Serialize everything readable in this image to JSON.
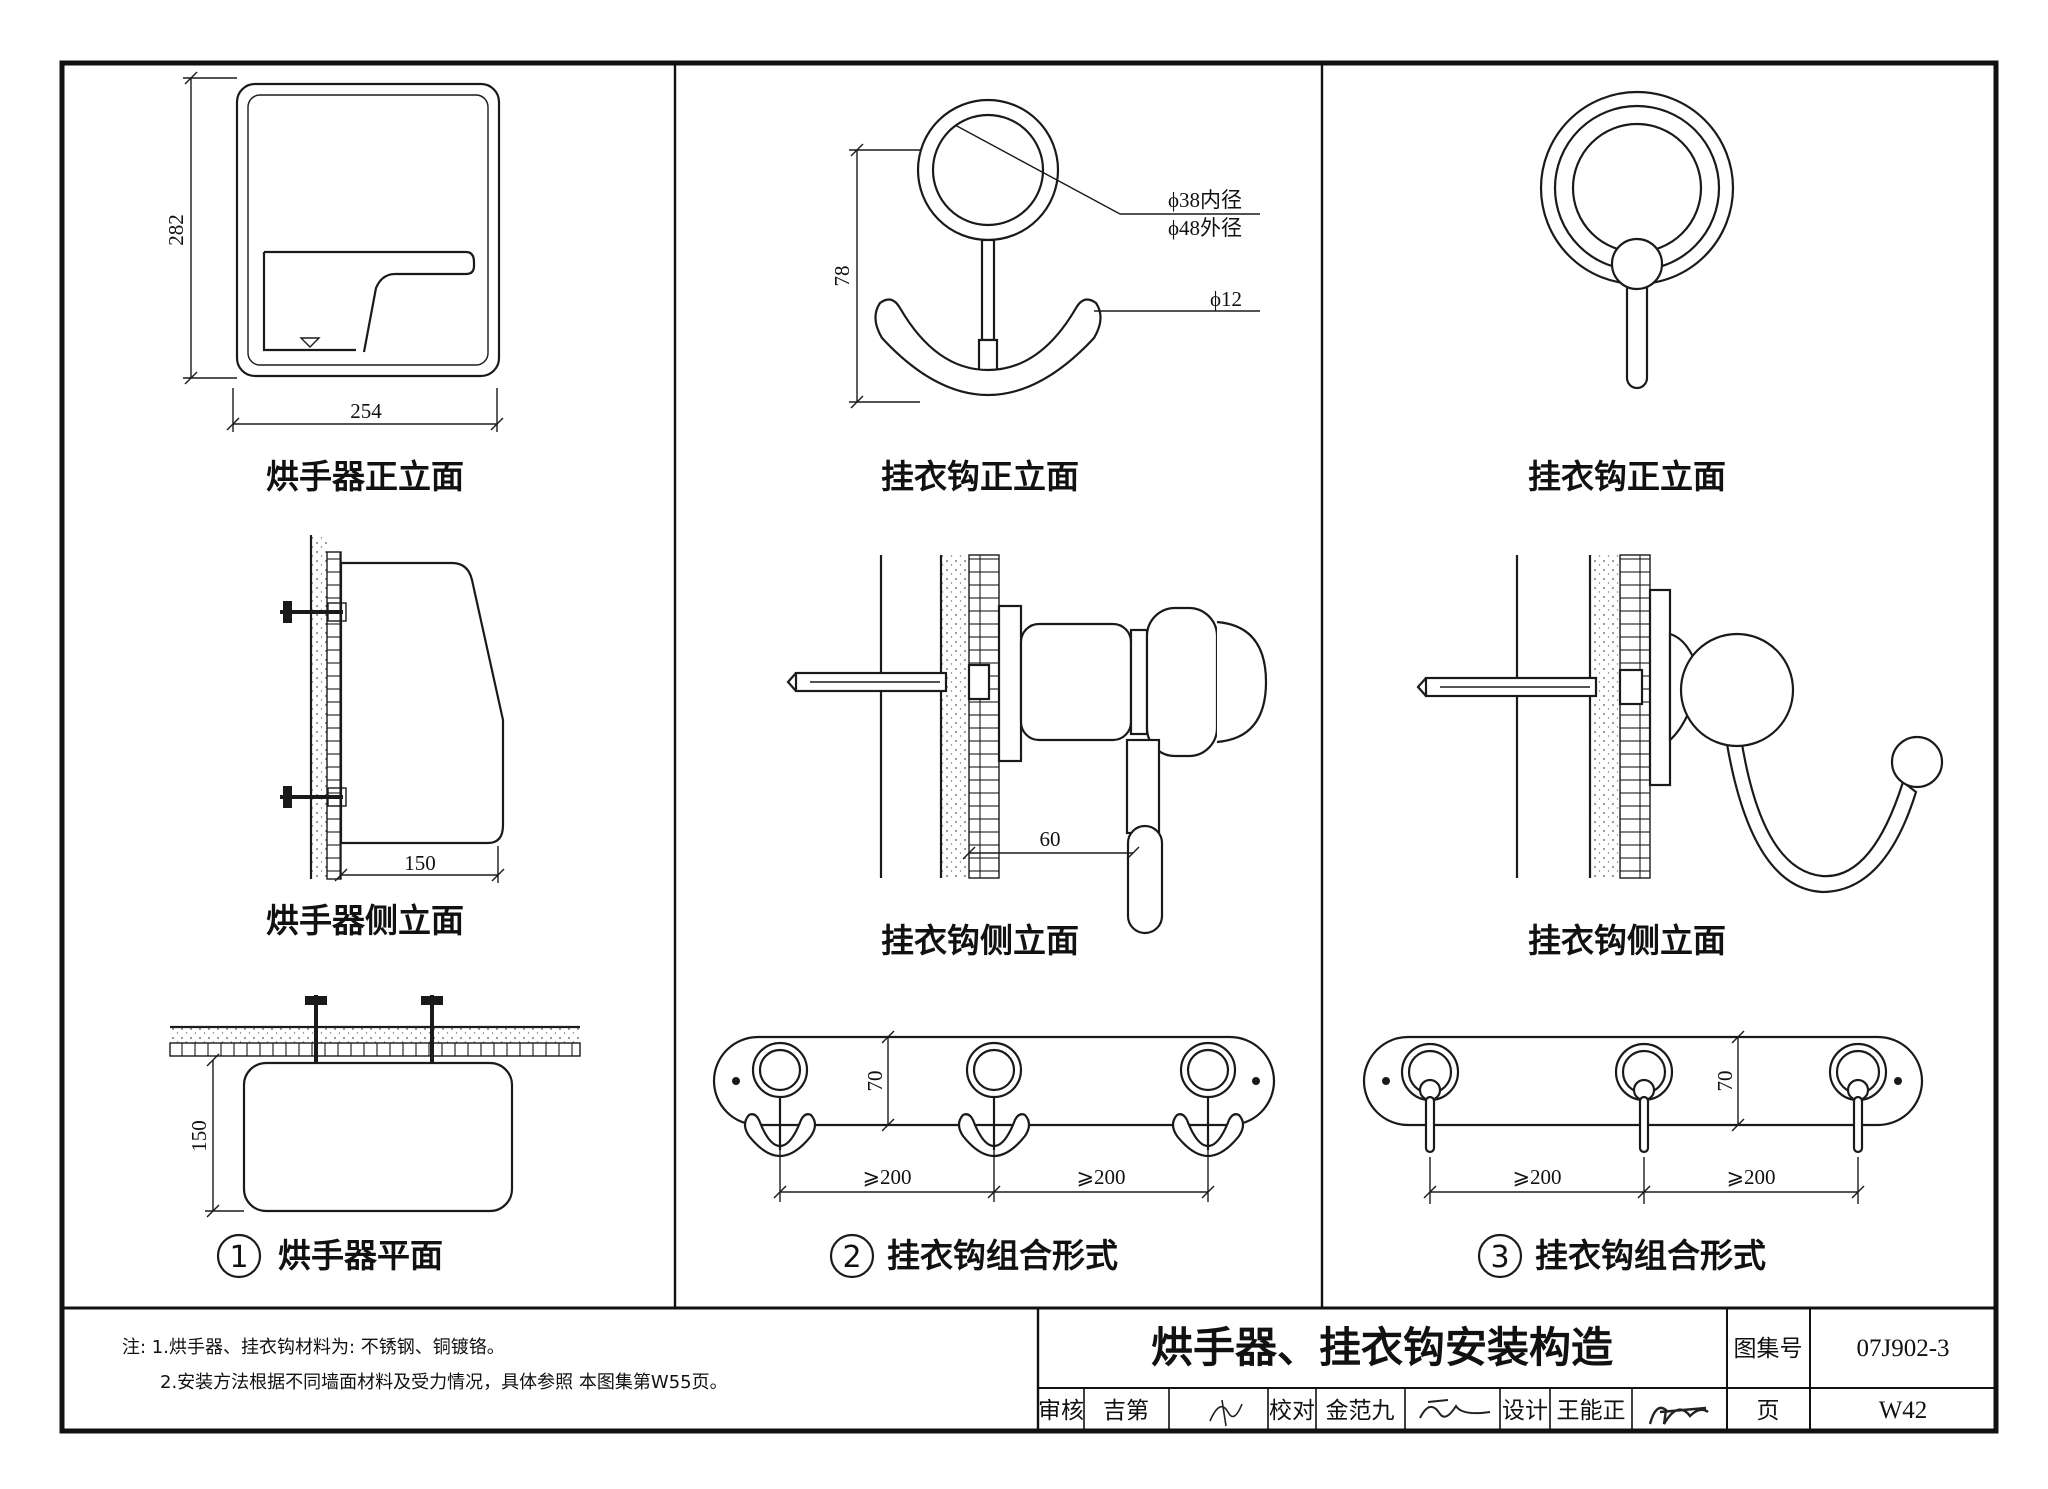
{
  "drawing": {
    "views": {
      "dryer_front": "烘手器正立面",
      "dryer_side": "烘手器侧立面",
      "dryer_plan": "烘手器平面",
      "hook2_front": "挂衣钩正立面",
      "hook2_side": "挂衣钩侧立面",
      "hook2_combo": "挂衣钩组合形式",
      "hook3_front": "挂衣钩正立面",
      "hook3_side": "挂衣钩侧立面",
      "hook3_combo": "挂衣钩组合形式"
    },
    "markers": {
      "m1": "1",
      "m2": "2",
      "m3": "3"
    },
    "dims": {
      "dryer_height": "282",
      "dryer_width": "254",
      "dryer_depth_side": "150",
      "dryer_depth_plan": "150",
      "ring_inner": "ϕ38内径",
      "ring_outer": "ϕ48外径",
      "rod_dia": "ϕ12",
      "hook_height": "78",
      "hook_proj": "60",
      "bar_height_2": "70",
      "spacing_2a": "⩾200",
      "spacing_2b": "⩾200",
      "bar_height_3": "70",
      "spacing_3a": "⩾200",
      "spacing_3b": "⩾200"
    }
  },
  "notes": {
    "n1": "注: 1.烘手器、挂衣钩材料为: 不锈钢、铜镀铬。",
    "n2": "2.安装方法根据不同墙面材料及受力情况，具体参照 本图集第W55页。"
  },
  "title_block": {
    "title": "烘手器、挂衣钩安装构造",
    "atlas_label": "图集号",
    "atlas_no": "07J902-3",
    "page_label": "页",
    "page_no": "W42",
    "review_label": "审核",
    "reviewer": "吉第",
    "check_label": "校对",
    "checker": "金范九",
    "design_label": "设计",
    "designer": "王能正"
  }
}
